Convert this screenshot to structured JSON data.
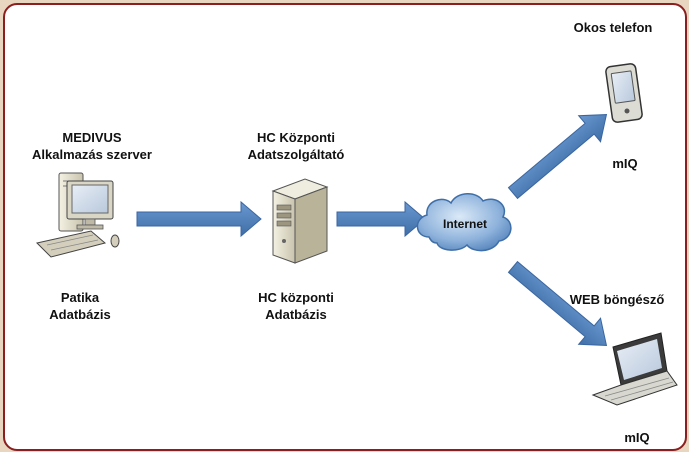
{
  "nodes": {
    "app_server": {
      "title_line1": "MEDIVUS",
      "title_line2": "Alkalmazás szerver",
      "sub_line1": "Patika",
      "sub_line2": "Adatbázis"
    },
    "hc_server": {
      "title_line1": "HC Központi",
      "title_line2": "Adatszolgáltató",
      "sub_line1": "HC központi",
      "sub_line2": "Adatbázis"
    },
    "internet": {
      "label": "Internet"
    },
    "smartphone": {
      "title": "Okos telefon",
      "sub": "mIQ"
    },
    "laptop": {
      "title": "WEB böngésző",
      "sub": "mIQ"
    }
  },
  "colors": {
    "frame": "#8b1e1e",
    "arrow": "#4f81bd",
    "background": "#e9d6c0"
  }
}
